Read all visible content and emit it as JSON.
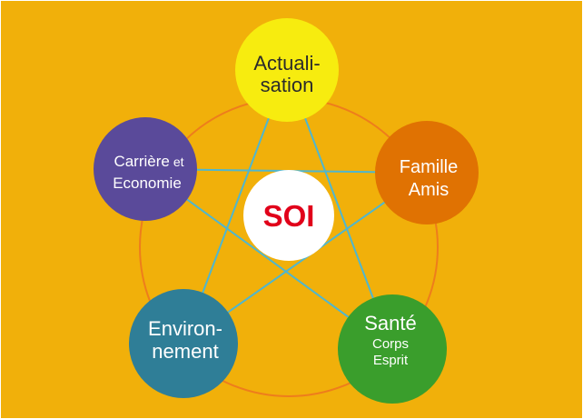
{
  "colors": {
    "background": "#f1b00a",
    "ring": "#ee7d1c",
    "connector": "#4fb6cf",
    "center_fill": "#ffffff",
    "center_text": "#e1001a"
  },
  "center": {
    "label": "SOI"
  },
  "nodes": [
    {
      "id": "actualisation",
      "lines": [
        "Actuali-",
        "sation"
      ],
      "color": "#f7ec0f"
    },
    {
      "id": "famille",
      "lines": [
        "Famille",
        "Amis"
      ],
      "color": "#e07202"
    },
    {
      "id": "sante",
      "title": "Santé",
      "lines": [
        "Corps",
        "Esprit"
      ],
      "color": "#3a9e2c"
    },
    {
      "id": "environnement",
      "lines": [
        "Environ-",
        "nement"
      ],
      "color": "#2f7e97"
    },
    {
      "id": "carriere",
      "line1_main": "Carrière",
      "line1_small": "et",
      "line2": "Economie",
      "color": "#5a4a9a"
    }
  ]
}
